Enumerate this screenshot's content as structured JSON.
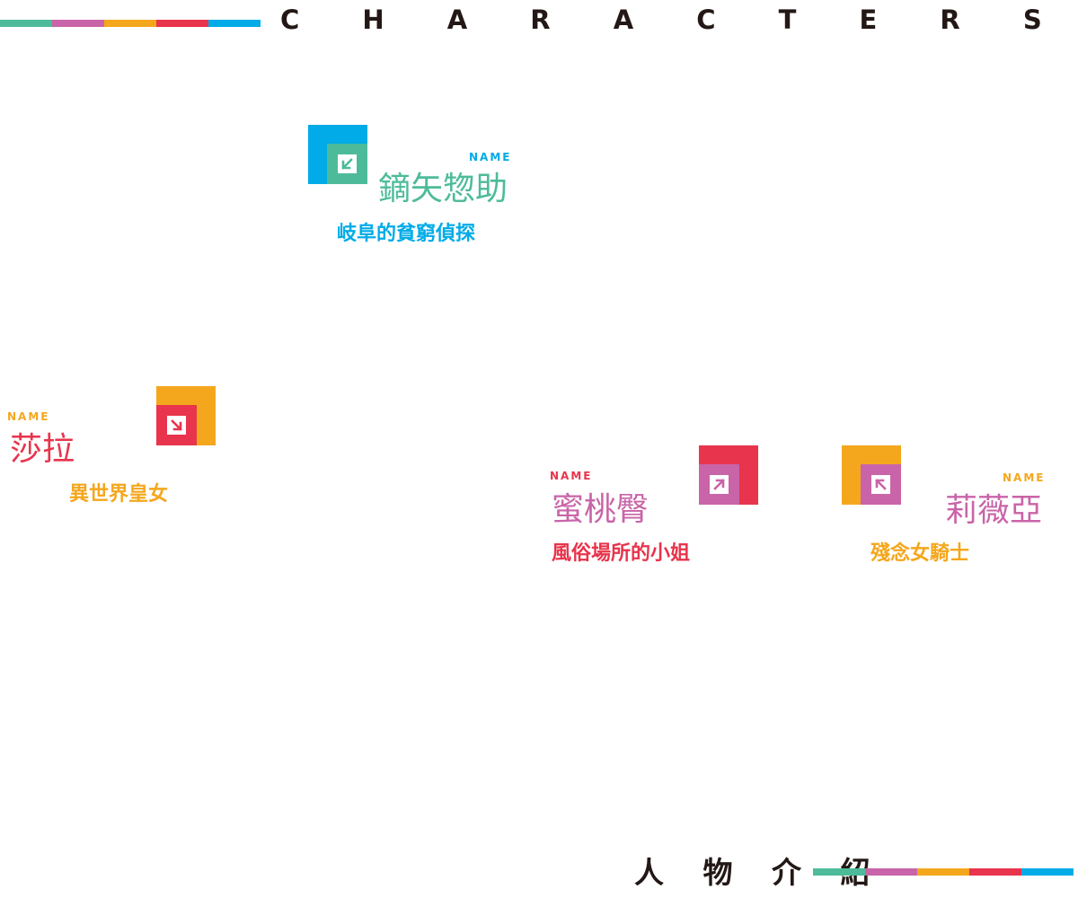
{
  "header": {
    "title": "C H A R A C T E R S",
    "colors": [
      "#4dbb9a",
      "#c964a8",
      "#f4a71d",
      "#e8344c",
      "#00abe7"
    ]
  },
  "footer": {
    "title": "人 物 介 紹",
    "colors": [
      "#4dbb9a",
      "#c964a8",
      "#f4a71d",
      "#e8344c",
      "#00abe7"
    ]
  },
  "characters": [
    {
      "tag": "NAME",
      "name": "鏑矢惣助",
      "role": "岐阜的貧窮偵探",
      "icon": "arrow-down-left-icon",
      "tag_color": "#00abe7",
      "name_color": "#4dbb9a",
      "role_color": "#00abe7",
      "outer_color": "#00abe7",
      "inner_color": "#4dbb9a"
    },
    {
      "tag": "NAME",
      "name": "莎拉",
      "role": "異世界皇女",
      "icon": "arrow-down-right-icon",
      "tag_color": "#f4a71d",
      "name_color": "#e8344c",
      "role_color": "#f4a71d",
      "outer_color": "#f4a71d",
      "inner_color": "#e8344c"
    },
    {
      "tag": "NAME",
      "name": "蜜桃臀",
      "role": "風俗場所的小姐",
      "icon": "arrow-up-right-icon",
      "tag_color": "#e8344c",
      "name_color": "#c964a8",
      "role_color": "#e8344c",
      "outer_color": "#e8344c",
      "inner_color": "#c964a8"
    },
    {
      "tag": "NAME",
      "name": "莉薇亞",
      "role": "殘念女騎士",
      "icon": "arrow-up-left-icon",
      "tag_color": "#f4a71d",
      "name_color": "#c964a8",
      "role_color": "#f4a71d",
      "outer_color": "#f4a71d",
      "inner_color": "#c964a8"
    }
  ]
}
